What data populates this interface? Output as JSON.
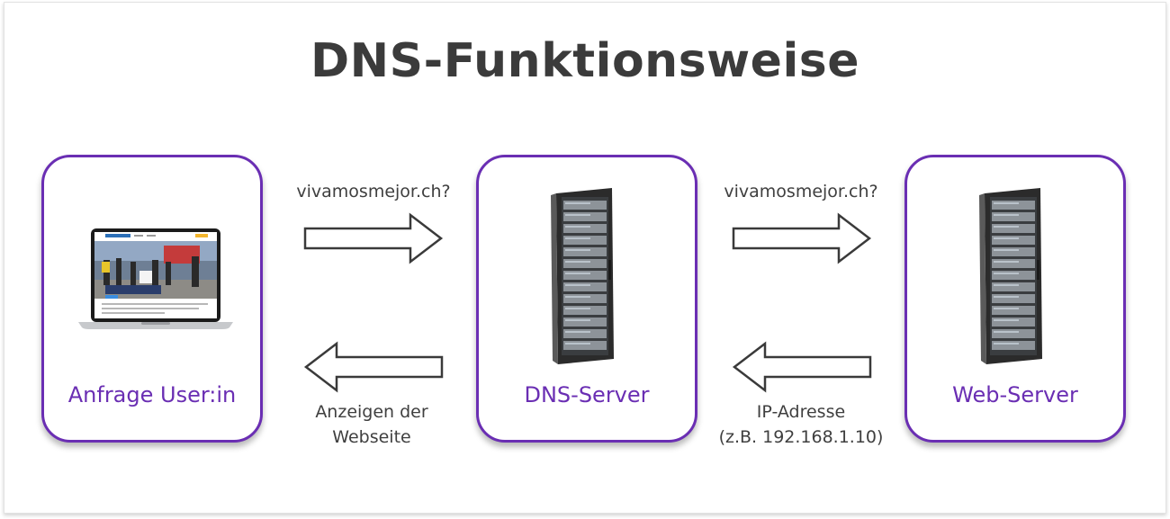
{
  "title": "DNS-Funktionsweise",
  "boxes": {
    "user": "Anfrage User:in",
    "dns": "DNS-Server",
    "web": "Web-Server"
  },
  "arrows": {
    "query1": "vivamosmejor.ch?",
    "query2": "vivamosmejor.ch?",
    "response_ip_line1": "IP-Adresse",
    "response_ip_line2": "(z.B. 192.168.1.10)",
    "display_line1": "Anzeigen der",
    "display_line2": "Webseite"
  },
  "colors": {
    "accent": "#6a2eb3",
    "title": "#3b3b3b",
    "text": "#3f3f3f"
  },
  "icons": [
    "laptop-icon",
    "server-rack-icon",
    "arrow-right-icon",
    "arrow-left-icon"
  ]
}
